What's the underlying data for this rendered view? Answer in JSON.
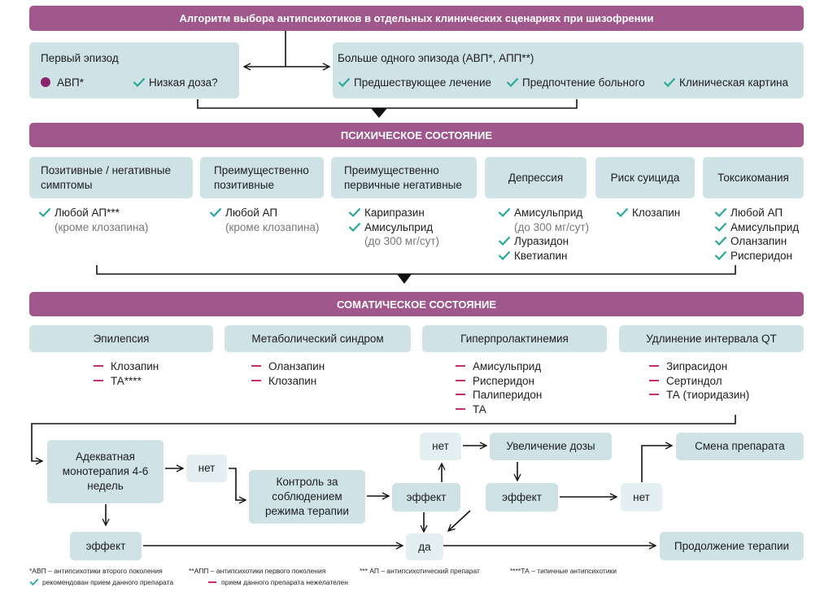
{
  "title": "Алгоритм выбора антипсихотиков в отдельных клинических сценариях при шизофрении",
  "first_episode": {
    "title": "Первый эпизод",
    "avp": "АВП*",
    "low_dose": "Низкая доза?"
  },
  "multi_episode": {
    "title": "Больше одного эпизода  (АВП*, АПП**)",
    "items": [
      "Предшествующее лечение",
      "Предпочтение больного",
      "Клиническая картина"
    ]
  },
  "mental_header": "ПСИХИЧЕСКОЕ СОСТОЯНИЕ",
  "mental": [
    {
      "title": "Позитивные / негативные симптомы",
      "items": [
        {
          "text": "Любой АП***",
          "check": true
        },
        {
          "text": "(кроме клозапина)",
          "check": false
        }
      ]
    },
    {
      "title": "Преимущественно позитивные",
      "items": [
        {
          "text": "Любой АП",
          "check": true
        },
        {
          "text": "(кроме клозапина)",
          "check": false
        }
      ]
    },
    {
      "title": "Преимущественно первичные негативные",
      "items": [
        {
          "text": "Карипразин",
          "check": true
        },
        {
          "text": "Амисульприд",
          "check": true
        },
        {
          "text": "(до 300 мг/сут)",
          "check": false
        }
      ]
    },
    {
      "title": "Депрессия",
      "items": [
        {
          "text": "Амисульприд",
          "check": true
        },
        {
          "text": "(до 300 мг/сут)",
          "check": false
        },
        {
          "text": "Луразидон",
          "check": true
        },
        {
          "text": "Кветиапин",
          "check": true
        }
      ]
    },
    {
      "title": "Риск суицида",
      "items": [
        {
          "text": "Клозапин",
          "check": true
        }
      ]
    },
    {
      "title": "Токсикомания",
      "items": [
        {
          "text": "Любой АП",
          "check": true
        },
        {
          "text": "Амисульприд",
          "check": true
        },
        {
          "text": "Оланзапин",
          "check": true
        },
        {
          "text": "Рисперидон",
          "check": true
        }
      ]
    }
  ],
  "somatic_header": "СОМАТИЧЕСКОЕ СОСТОЯНИЕ",
  "somatic": [
    {
      "title": "Эпилепсия",
      "items": [
        "Клозапин",
        "ТА****"
      ]
    },
    {
      "title": "Метаболический синдром",
      "items": [
        "Оланзапин",
        "Клозапин"
      ]
    },
    {
      "title": "Гиперпролактинемия",
      "items": [
        "Амисульприд",
        "Рисперидон",
        "Палиперидон",
        "ТА"
      ]
    },
    {
      "title": "Удлинение интервала QT",
      "items": [
        "Зипрасидон",
        "Сертиндол",
        "ТА (тиоридазин)"
      ]
    }
  ],
  "flow": {
    "monotherapy": "Адекватная монотерапия 4-6 недель",
    "no1": "нет",
    "control": "Контроль за соблюдением режима терапии",
    "effect1": "эффект",
    "no2": "нет",
    "increase": "Увеличение дозы",
    "effect2": "эффект",
    "no3": "нет",
    "change": "Смена препарата",
    "effect3": "эффект",
    "yes": "да",
    "continue": "Продолжение терапии"
  },
  "footnotes": {
    "avp": "*АВП – антипсихотики второго поколения",
    "app": "**АПП – антипсихотики первого поколения",
    "ap": "*** АП – антипсихотический препарат",
    "ta": "****ТА – типичные антипсихотики",
    "recommended": "рекомендован прием данного препарата",
    "undesirable": "прием данного препарата нежелателен"
  },
  "colors": {
    "band": "#a0588c",
    "box": "#cfe3e6",
    "check": "#2aa79b",
    "dash": "#c62c72",
    "dot": "#8a2470"
  }
}
